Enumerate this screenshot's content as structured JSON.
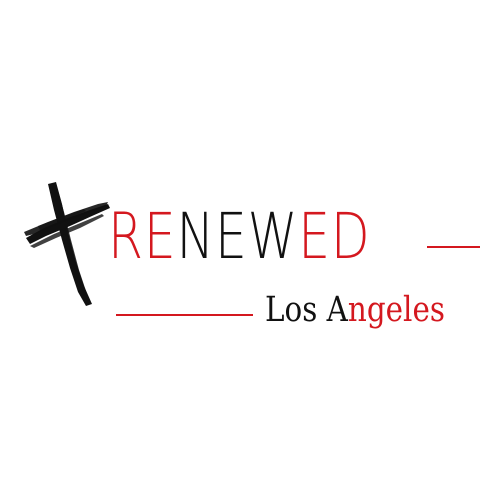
{
  "brand": {
    "wordmark_letters": [
      {
        "char": "R",
        "color": "#d4181f"
      },
      {
        "char": "E",
        "color": "#d4181f"
      },
      {
        "char": "N",
        "color": "#111111"
      },
      {
        "char": "E",
        "color": "#111111"
      },
      {
        "char": "W",
        "color": "#111111"
      },
      {
        "char": "E",
        "color": "#d4181f"
      },
      {
        "char": "D",
        "color": "#d4181f"
      }
    ],
    "subtitle_parts": [
      {
        "text": "Los A",
        "color": "#111111"
      },
      {
        "text": "ngeles",
        "color": "#d4181f"
      }
    ],
    "cross_icon": "brush-stroke-cross-icon",
    "colors": {
      "accent": "#d4181f",
      "ink": "#111111",
      "background": "#ffffff"
    }
  }
}
